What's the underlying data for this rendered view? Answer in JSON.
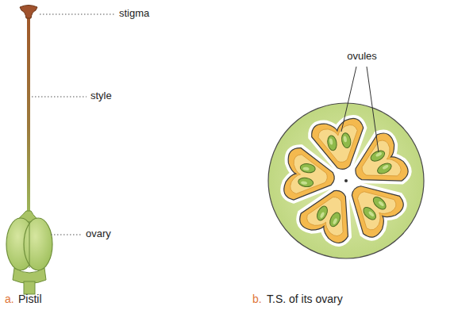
{
  "diagram": {
    "labels": [
      "stigma",
      "style",
      "ovary",
      "ovules",
      "a.",
      "Pistil",
      "b.",
      "T.S. of its ovary"
    ]
  }
}
